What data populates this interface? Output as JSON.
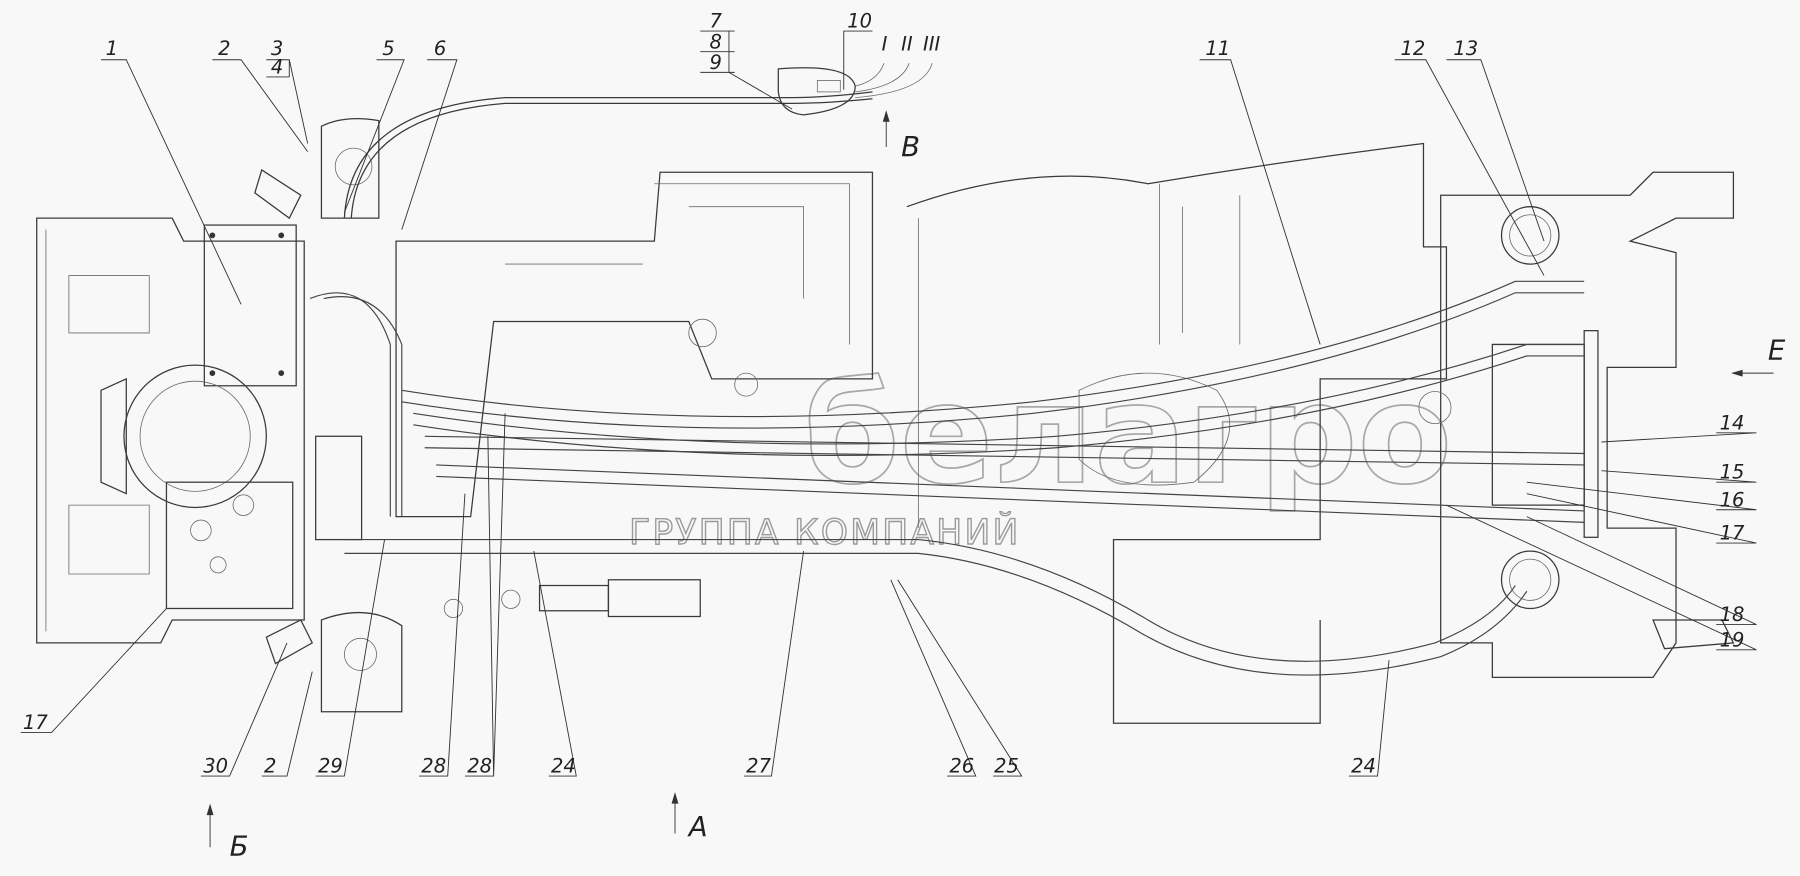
{
  "drawing": {
    "callouts": {
      "c1": "1",
      "c2_top": "2",
      "c3": "3",
      "c4": "4",
      "c5": "5",
      "c6": "6",
      "c7": "7",
      "c8": "8",
      "c9": "9",
      "c10": "10",
      "c11": "11",
      "c12": "12",
      "c13": "13",
      "c14": "14",
      "c15": "15",
      "c16": "16",
      "c17_right": "17",
      "c18": "18",
      "c19": "19",
      "c24_right": "24",
      "c25": "25",
      "c26": "26",
      "c27": "27",
      "c28_a": "28",
      "c28_b": "28",
      "c24_left": "24",
      "c29": "29",
      "c2_bottom": "2",
      "c30": "30",
      "c17_left": "17"
    },
    "positions": {
      "p1": "I",
      "p2": "II",
      "p3": "III"
    },
    "views": {
      "v_top": "В",
      "v_right": "Е",
      "v_bottom_left": "Б",
      "v_bottom": "А"
    },
    "watermark": {
      "logo": "белагро",
      "caption": "ГРУППА КОМПАНИЙ"
    }
  }
}
